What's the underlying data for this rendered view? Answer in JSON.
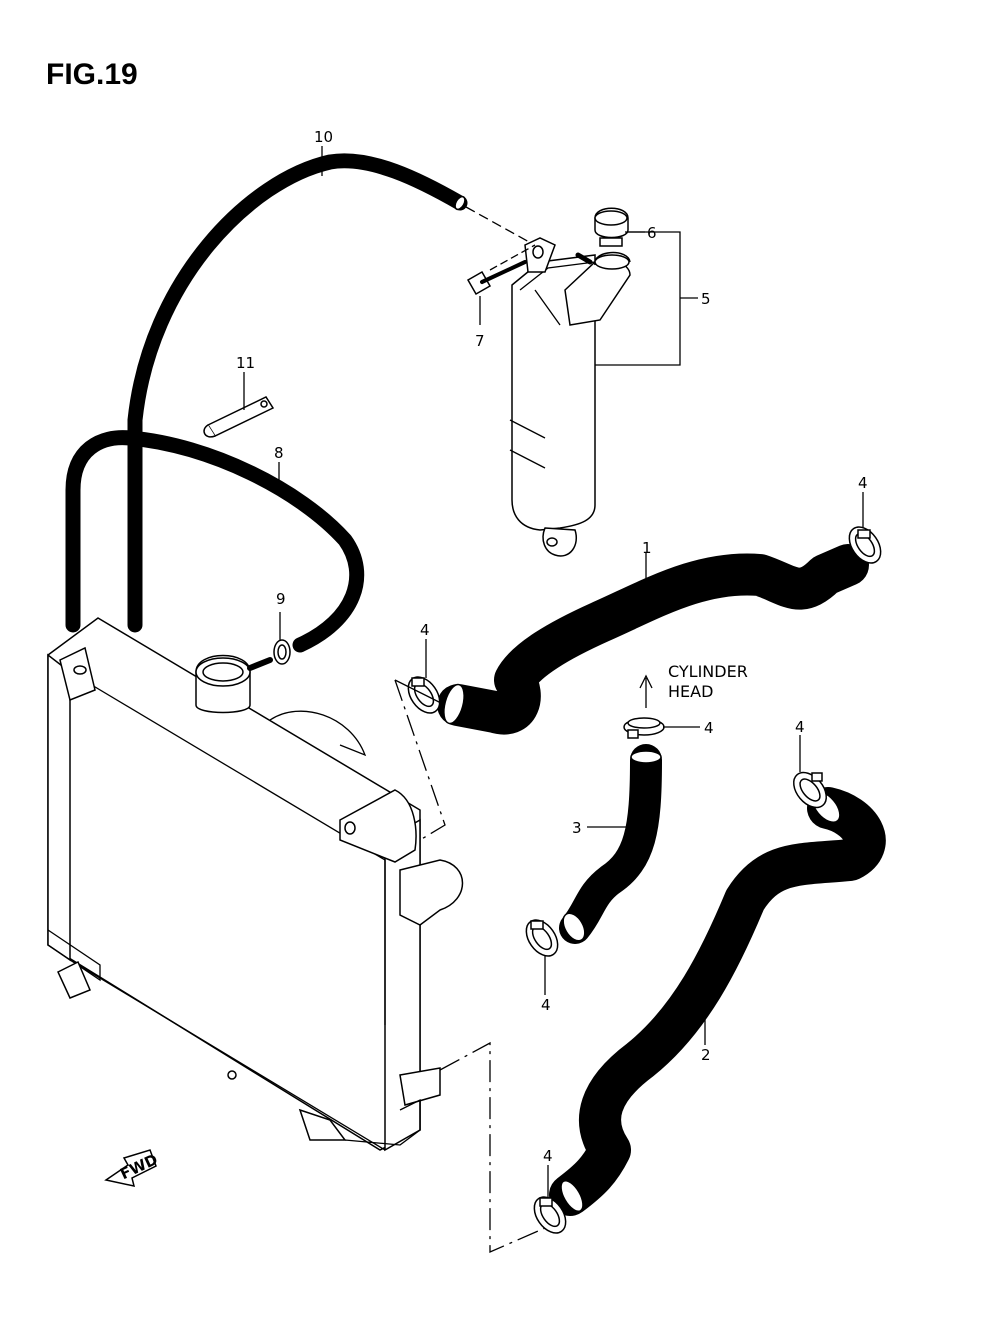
{
  "figure": {
    "title": "FIG.19"
  },
  "note": {
    "line1": "CYLINDER",
    "line2": "HEAD"
  },
  "fwd_label": "FWD",
  "callouts": {
    "c1": "1",
    "c2": "2",
    "c3": "3",
    "c4a": "4",
    "c4b": "4",
    "c4c": "4",
    "c4d": "4",
    "c4e": "4",
    "c4f": "4",
    "c5": "5",
    "c6": "6",
    "c7": "7",
    "c8": "8",
    "c9": "9",
    "c10": "10",
    "c11": "11"
  }
}
